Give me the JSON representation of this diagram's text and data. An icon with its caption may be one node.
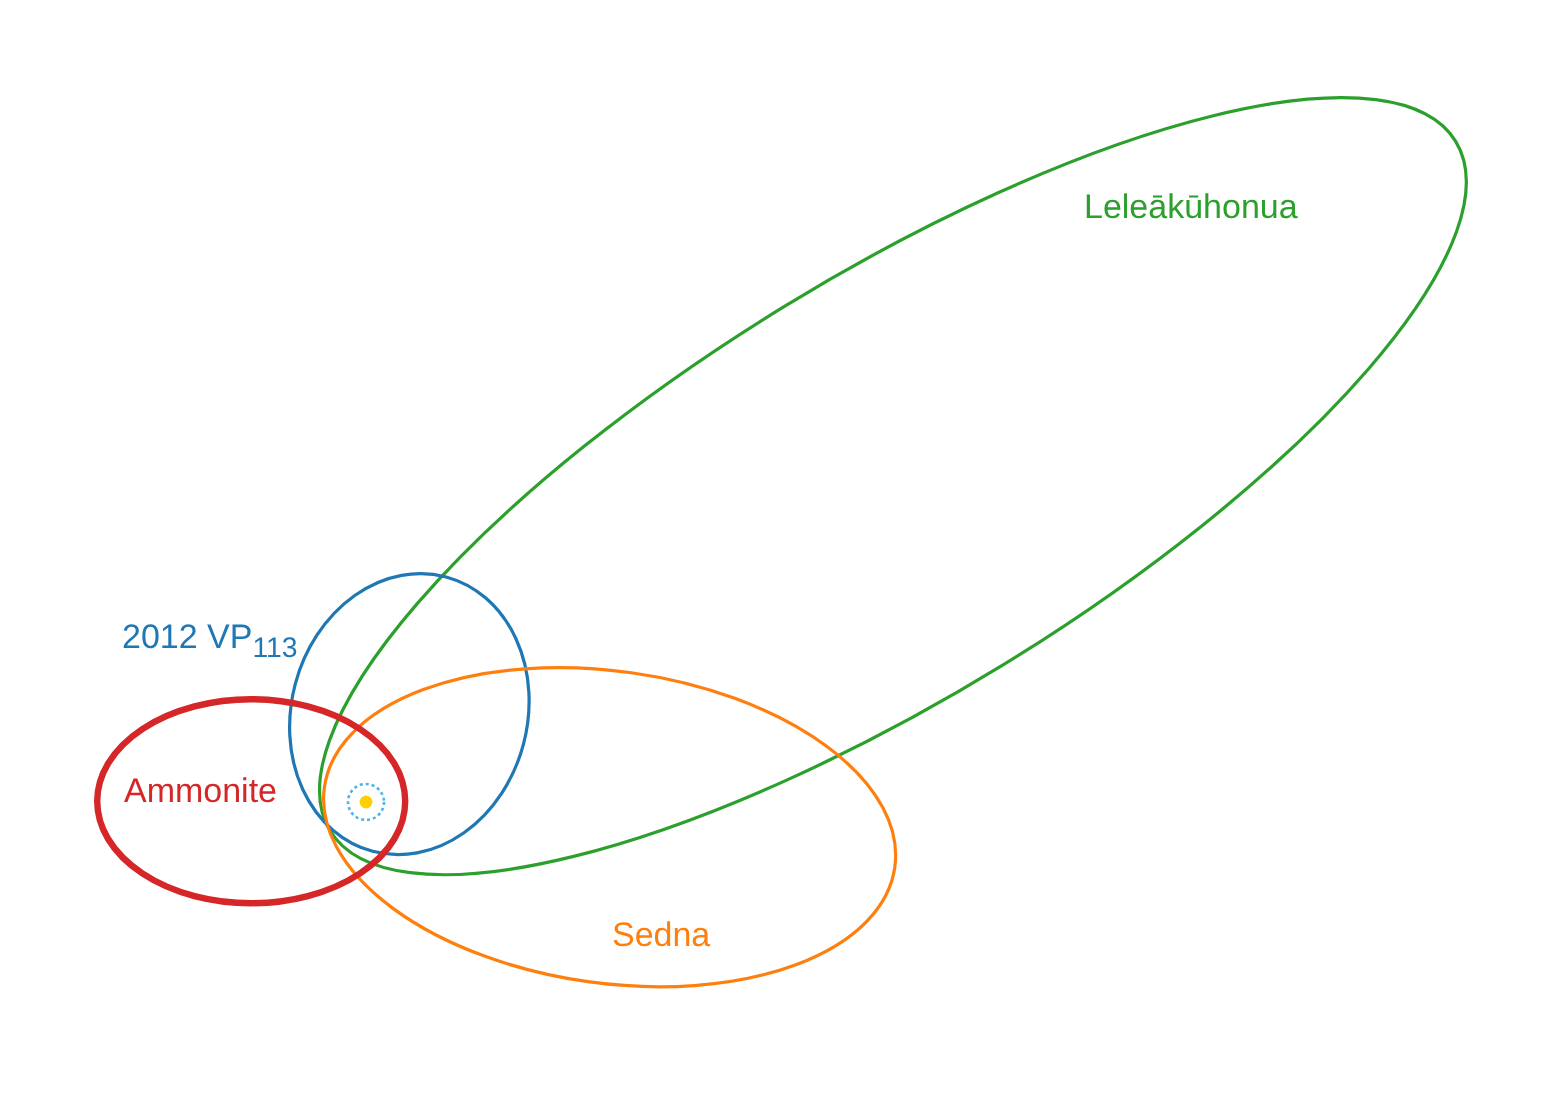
{
  "diagram": {
    "nodes": [
      {
        "text": [
          "Leleākūhonua"
        ]
      },
      {
        "text": [
          "2012 VP$_{113}$"
        ]
      },
      {
        "text": [
          "Sedna"
        ]
      },
      {
        "text": [
          "Ammonite"
        ]
      }
    ]
  }
}
